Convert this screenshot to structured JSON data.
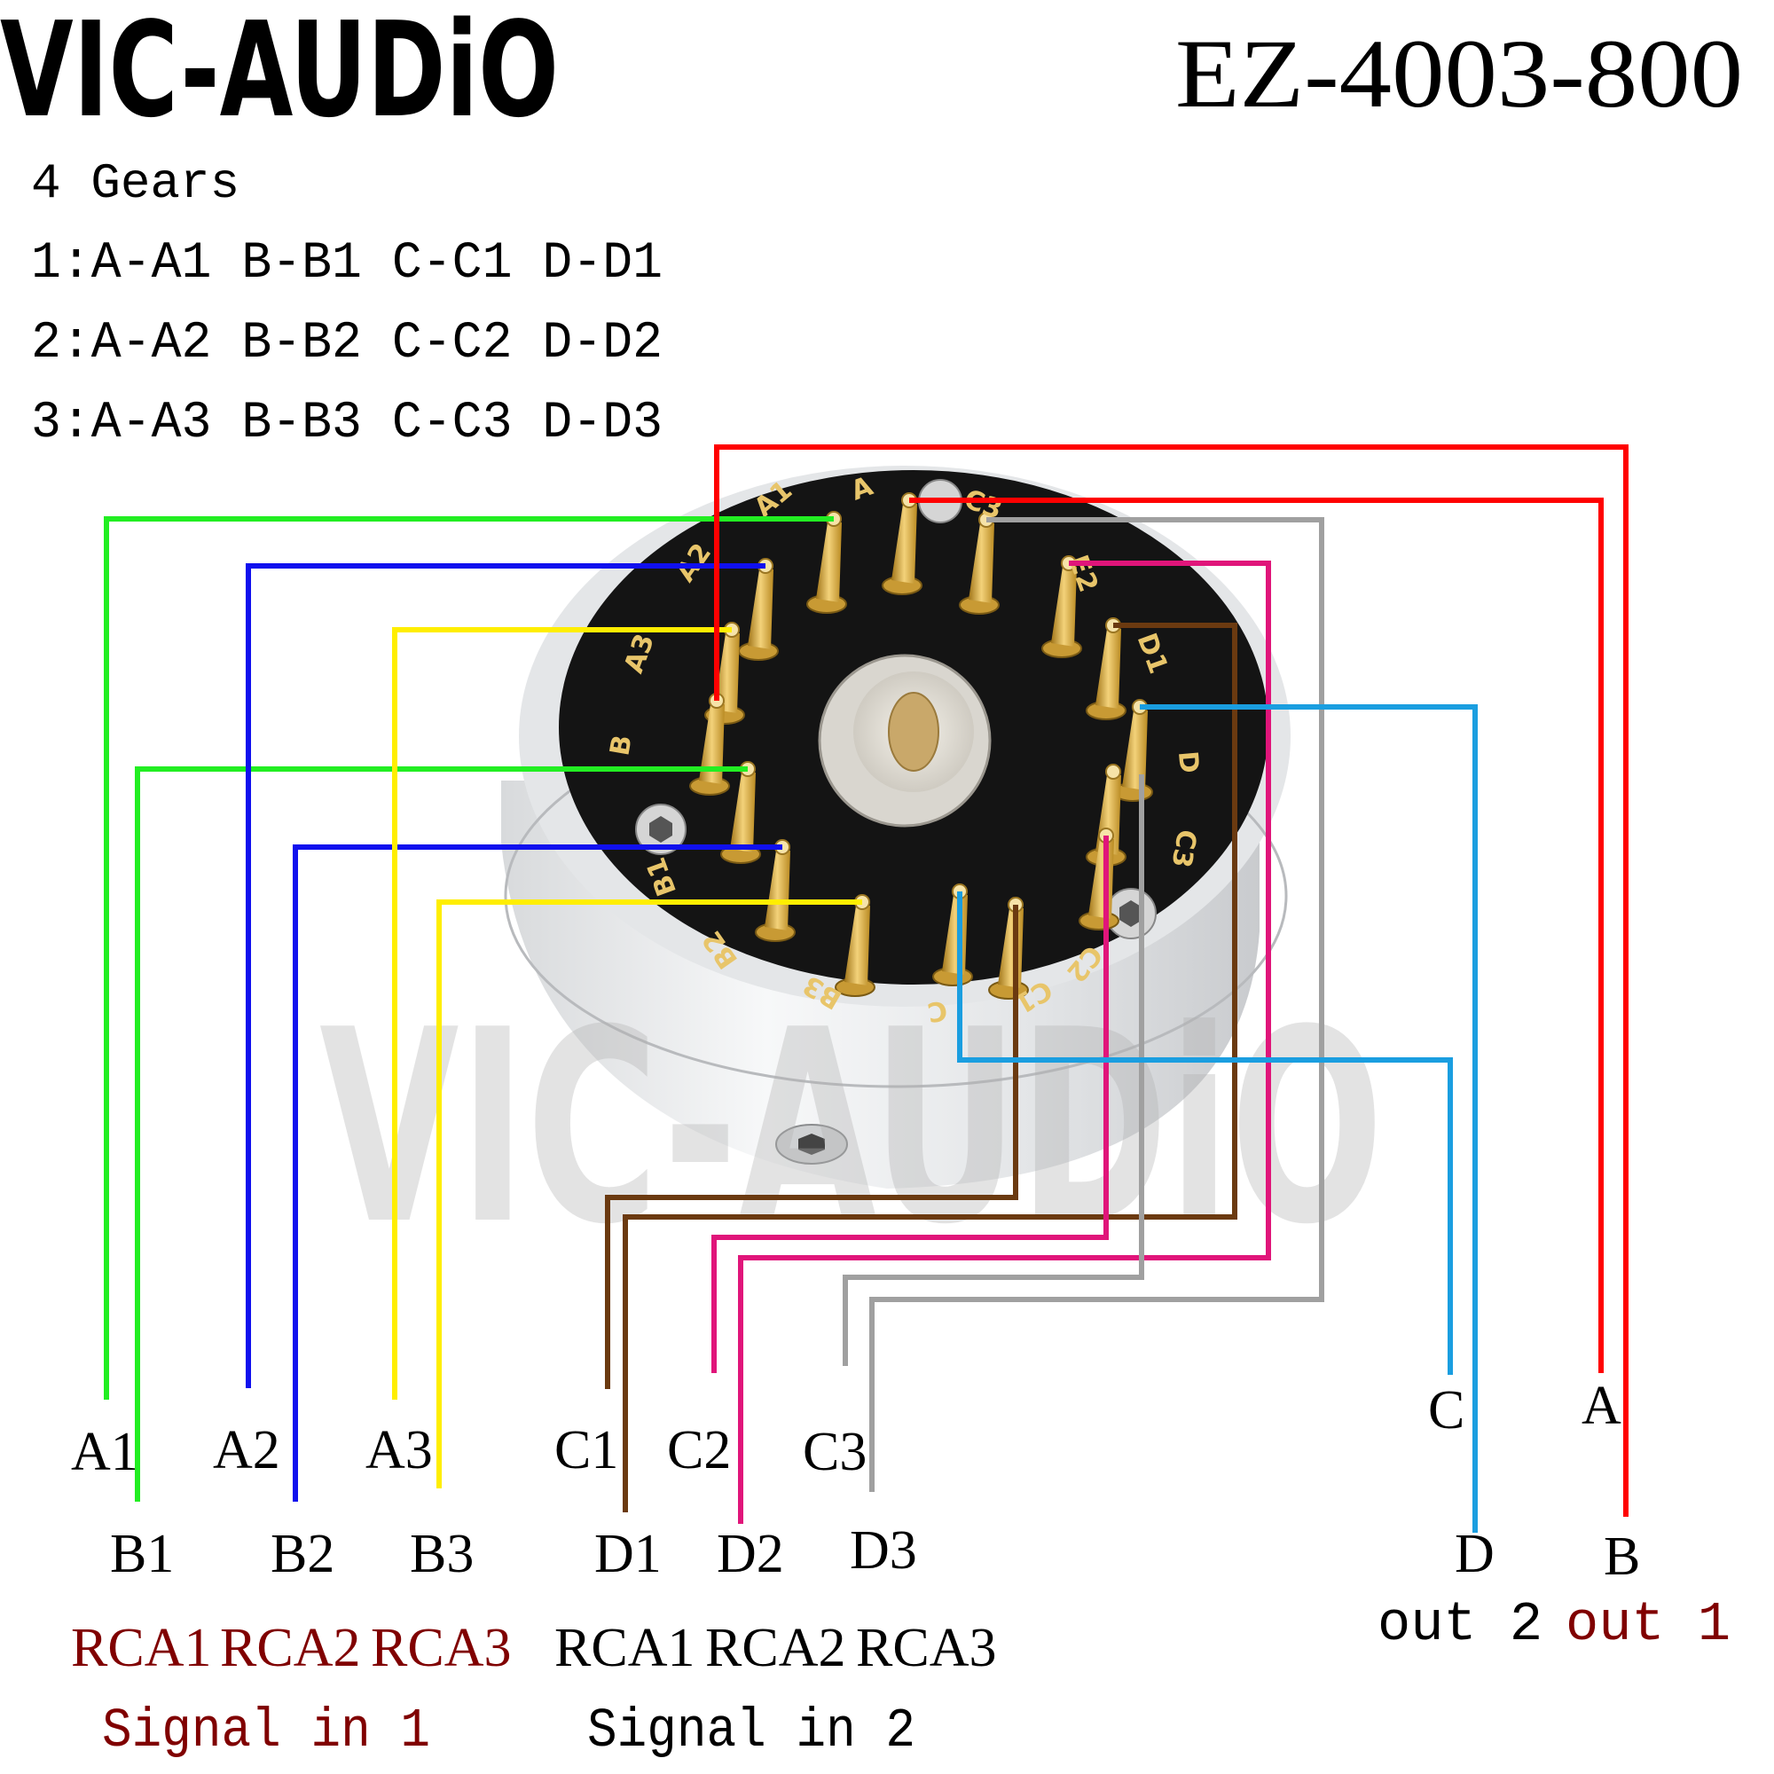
{
  "brand": {
    "logo_text": "VIC-AUDiO",
    "watermark_text": "VIC-AUDiO"
  },
  "model": "EZ-4003-800",
  "gears": {
    "title": "4 Gears",
    "lines": [
      "1:A-A1 B-B1 C-C1 D-D1",
      "2:A-A2 B-B2 C-C2 D-D2",
      "3:A-A3 B-B3 C-C3 D-D3"
    ]
  },
  "pin_labels": [
    "A1",
    "A",
    "C3",
    "A2",
    "E2",
    "A3",
    "D1",
    "B",
    "D",
    "B1",
    "C3",
    "B2",
    "B3",
    "C",
    "C2",
    "C1"
  ],
  "wire_colors": {
    "A1_B1": "#22ee22",
    "A2_B2": "#1010ee",
    "A3_B3": "#ffee00",
    "C1_D1": "#6b3a10",
    "C2_D2": "#e0157a",
    "C3_D3": "#a0a0a0",
    "C_D": "#1a9ee0",
    "A_B": "#ff0000"
  },
  "bottom_labels": {
    "row1": [
      "A1",
      "A2",
      "A3",
      "C1",
      "C2",
      "C3"
    ],
    "row2": [
      "B1",
      "B2",
      "B3",
      "D1",
      "D2",
      "D3"
    ],
    "outputs_row1": [
      "C",
      "A"
    ],
    "outputs_row2": [
      "D",
      "B"
    ]
  },
  "groups": {
    "signal_in_1": {
      "rca": [
        "RCA1",
        "RCA2",
        "RCA3"
      ],
      "label": "Signal in 1",
      "color": "#800000"
    },
    "signal_in_2": {
      "rca": [
        "RCA1",
        "RCA2",
        "RCA3"
      ],
      "label": "Signal in 2",
      "color": "#000000"
    },
    "out_2": "out 2",
    "out_1": "out 1",
    "out_1_color": "#800000"
  }
}
